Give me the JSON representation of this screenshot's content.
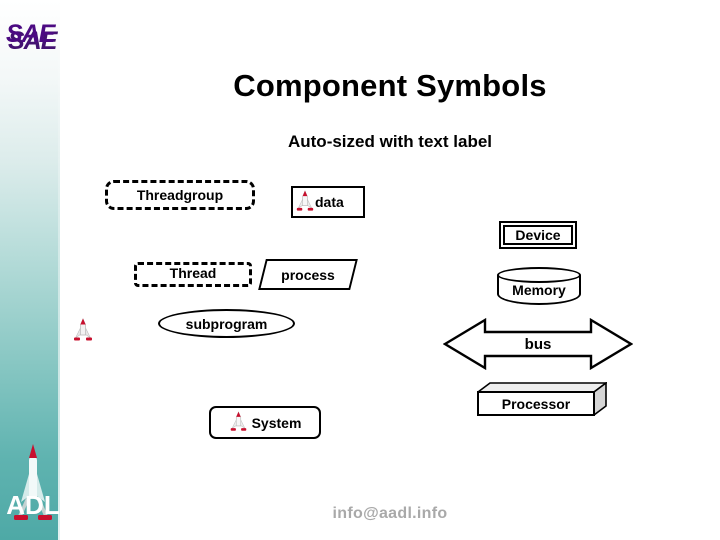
{
  "slide": {
    "title": "Component Symbols",
    "subtitle": "Auto-sized with text label",
    "footer": "info@aadl.info",
    "background_color": "#ffffff"
  },
  "branding": {
    "sae_logo_text": "SAE",
    "sae_logo_color": "#4b0a82",
    "adl_logo_text": "ADL",
    "adl_logo_color": "#ffffff",
    "adl_accent_color": "#c8102e",
    "sidebar_gradient_top": "#ffffff",
    "sidebar_gradient_bottom": "#4ea9a6"
  },
  "shapes": [
    {
      "id": "threadgroup",
      "label": "Threadgroup",
      "shape": "dashed-rounded-rectangle",
      "icon": null
    },
    {
      "id": "data",
      "label": "data",
      "shape": "rectangle",
      "icon": "aadl-rocket-icon"
    },
    {
      "id": "thread",
      "label": "Thread",
      "shape": "dashed-rectangle",
      "icon": null
    },
    {
      "id": "process",
      "label": "process",
      "shape": "parallelogram",
      "icon": null
    },
    {
      "id": "subprogram",
      "label": "subprogram",
      "shape": "ellipse",
      "icon": null
    },
    {
      "id": "system",
      "label": "System",
      "shape": "rounded-rectangle",
      "icon": "aadl-rocket-icon"
    },
    {
      "id": "device",
      "label": "Device",
      "shape": "double-border-rectangle",
      "icon": null
    },
    {
      "id": "memory",
      "label": "Memory",
      "shape": "cylinder",
      "icon": null
    },
    {
      "id": "bus",
      "label": "bus",
      "shape": "double-headed-arrow",
      "icon": null
    },
    {
      "id": "processor",
      "label": "Processor",
      "shape": "3d-box",
      "icon": null
    }
  ],
  "decorations": {
    "standalone_rocket_icon": "aadl-rocket-icon"
  }
}
